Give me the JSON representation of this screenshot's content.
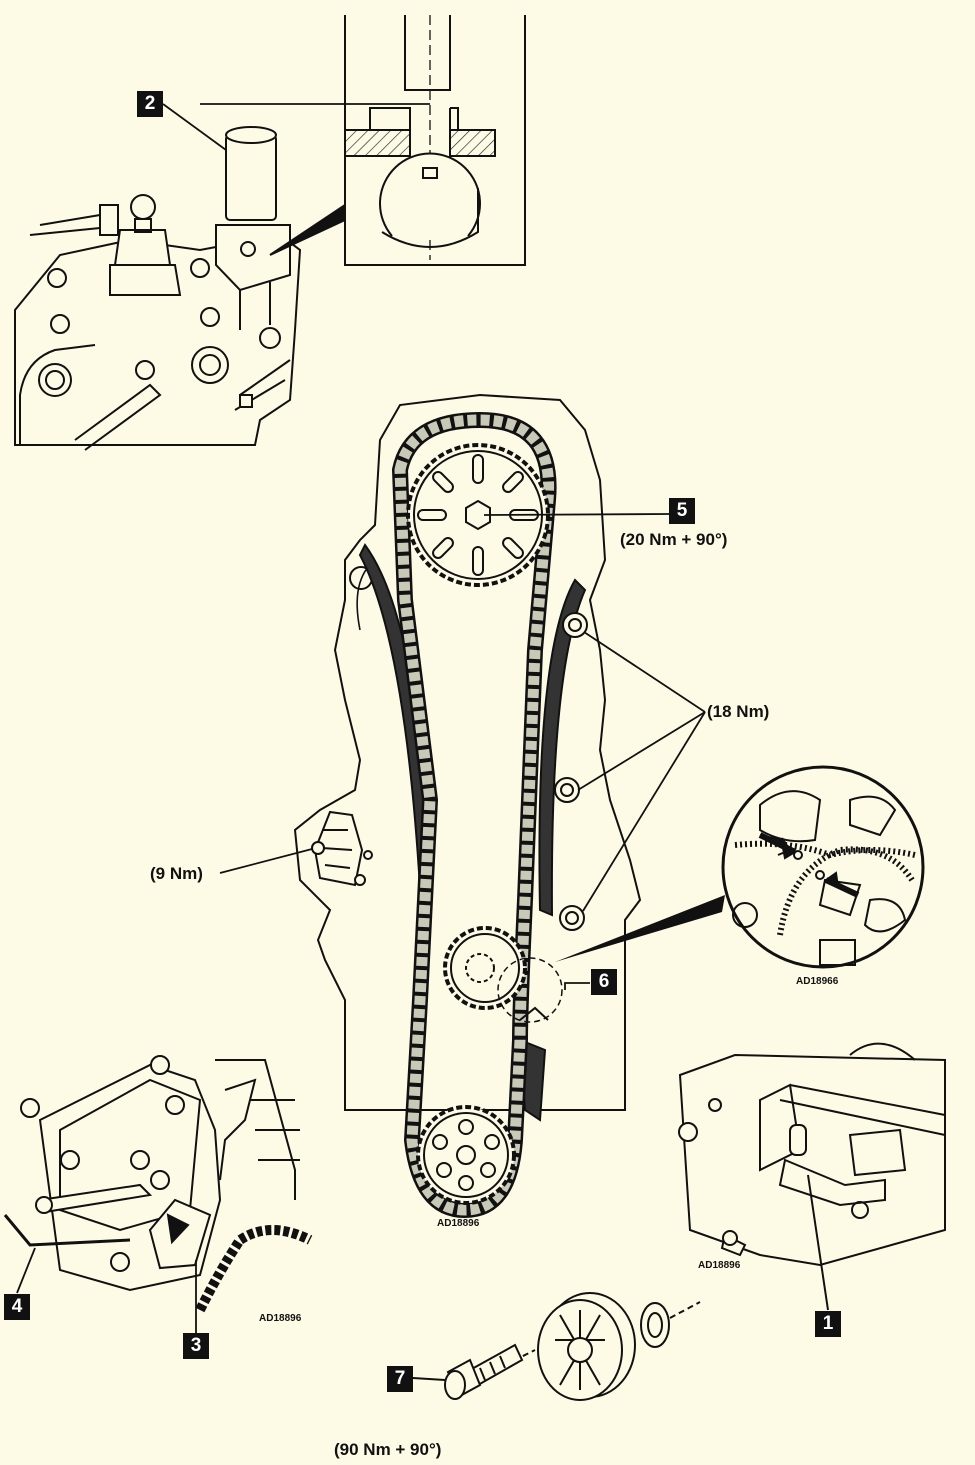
{
  "callouts": {
    "c1": "1",
    "c2": "2",
    "c3": "3",
    "c4": "4",
    "c5": "5",
    "c6": "6",
    "c7": "7"
  },
  "torque": {
    "t5": "(20 Nm + 90°)",
    "t18": "(18 Nm)",
    "t9": "(9 Nm)",
    "t7": "(90 Nm + 90°)"
  },
  "refs": {
    "main": "AD18896",
    "left": "AD18896",
    "right": "AD18896",
    "detail": "AD18966"
  }
}
